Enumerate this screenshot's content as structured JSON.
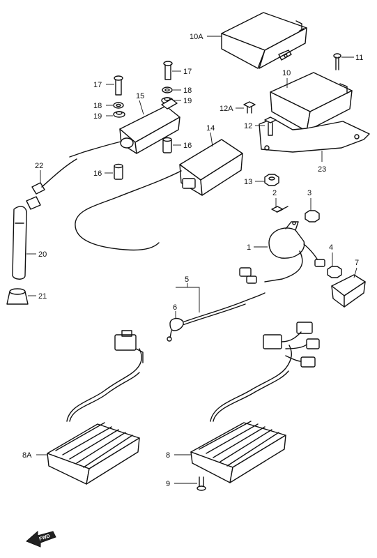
{
  "callouts": {
    "c10A": "10A",
    "c11": "11",
    "c10": "10",
    "c17a": "17",
    "c17b": "17",
    "c15": "15",
    "c18a": "18",
    "c18b": "18",
    "c19a": "19",
    "c19b": "19",
    "c12A": "12A",
    "c12": "12",
    "c14": "14",
    "c16a": "16",
    "c16b": "16",
    "c22": "22",
    "c23": "23",
    "c13": "13",
    "c2": "2",
    "c3": "3",
    "c20": "20",
    "c1": "1",
    "c4": "4",
    "c7": "7",
    "c5": "5",
    "c6": "6",
    "c21": "21",
    "c8A": "8A",
    "c8": "8",
    "c9": "9"
  },
  "direction_arrow": "FWD"
}
